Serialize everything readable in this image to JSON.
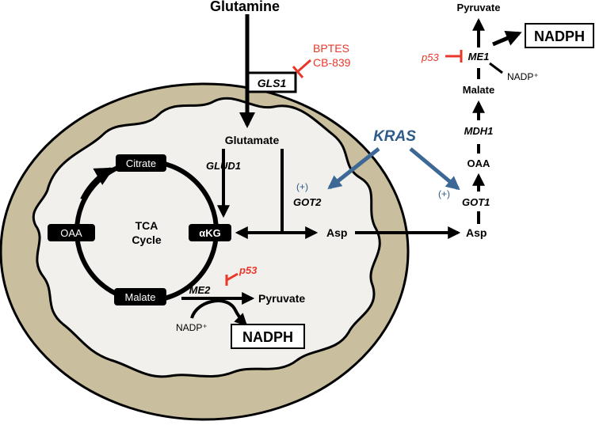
{
  "colors": {
    "outer_membrane": "#c9bf9f",
    "matrix": "#f1f0ec",
    "inhibitor_red": "#e8382b",
    "kras_blue": "#3d6896",
    "black": "#000000"
  },
  "labels": {
    "glutamine": "Glutamine",
    "gls1": "GLS1",
    "bptes": "BPTES",
    "cb839": "CB-839",
    "glutamate": "Glutamate",
    "glud1": "GLUD1",
    "citrate": "Citrate",
    "oaa_mito": "OAA",
    "akg": "αKG",
    "malate_mito": "Malate",
    "tca_line1": "TCA",
    "tca_line2": "Cycle",
    "kras": "KRAS",
    "plus_got2": "(+)",
    "plus_got1": "(+)",
    "got2": "GOT2",
    "asp_mito": "Asp",
    "asp_cyto": "Asp",
    "got1": "GOT1",
    "oaa_cyto": "OAA",
    "mdh1": "MDH1",
    "malate_cyto": "Malate",
    "pyruvate_cyto": "Pyruvate",
    "me1": "ME1",
    "p53_top": "p53",
    "nadph_top": "NADPH",
    "nadp_top": "NADP⁺",
    "me2": "ME2",
    "p53_mito": "p53",
    "pyruvate_mito": "Pyruvate",
    "nadp_mito": "NADP⁺",
    "nadph_mito": "NADPH"
  },
  "icons": {
    "activation_arrow": "arrow-icon",
    "inhibition": "t-bar-icon"
  }
}
